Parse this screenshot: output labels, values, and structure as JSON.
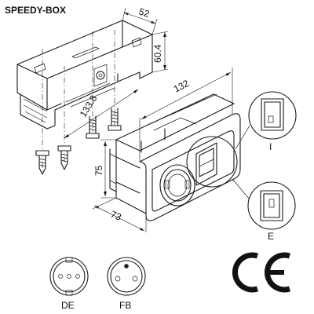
{
  "title": "SPEEDY-BOX",
  "dimensions": {
    "width": "52",
    "height_top": "60.4",
    "depth_top": "133.8",
    "length": "132",
    "height": "75",
    "depth": "73"
  },
  "switch_labels": {
    "on": "I",
    "off": "E"
  },
  "socket_labels": {
    "german": "DE",
    "french": "FB"
  },
  "mark": "CE",
  "colors": {
    "line": "#1a1a1a",
    "background": "#ffffff"
  }
}
